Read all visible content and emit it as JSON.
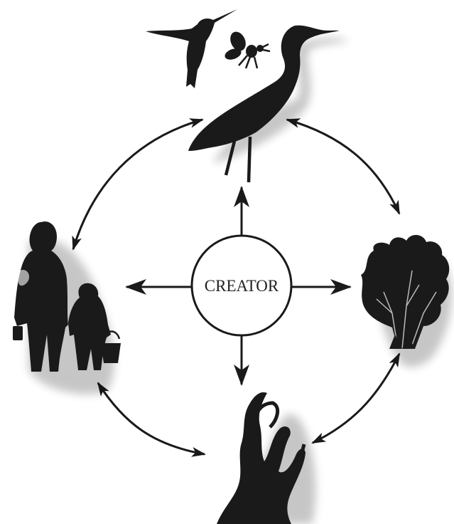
{
  "center": {
    "label": "CREATOR"
  },
  "nodes": [
    {
      "id": "birds-and-insects",
      "icons": [
        "hummingbird-icon",
        "bee-icon",
        "heron-icon"
      ]
    },
    {
      "id": "plants",
      "icons": [
        "shrub-icon"
      ]
    },
    {
      "id": "land",
      "icons": [
        "driftwood-icon"
      ]
    },
    {
      "id": "people",
      "icons": [
        "adult-and-child-icon"
      ]
    }
  ],
  "colors": {
    "ink": "#1a1a1a",
    "background": "#ffffff"
  }
}
